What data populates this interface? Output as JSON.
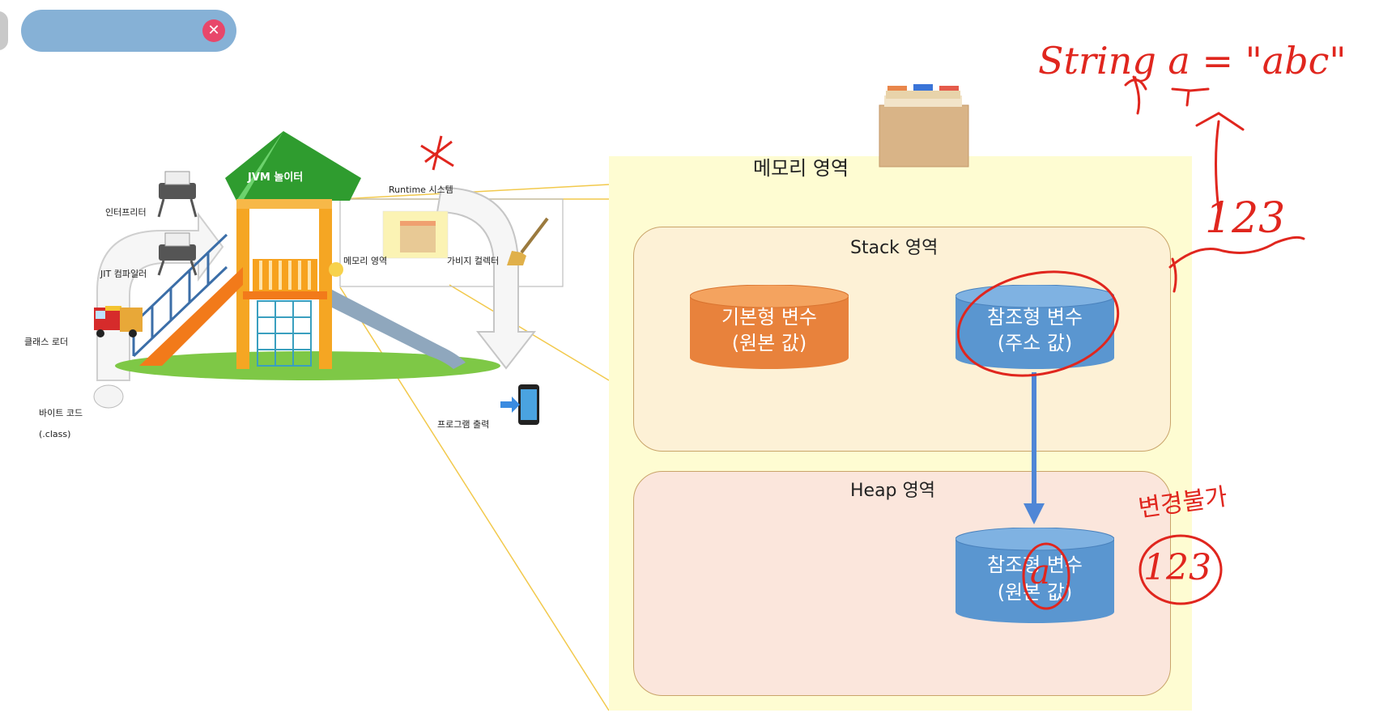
{
  "window": {
    "close_icon": "close-icon"
  },
  "left_diagram": {
    "roof_label": "JVM 놀이터",
    "runtime_label": "Runtime 시스템",
    "interpreter": "인터프리터",
    "jit": "JIT 컴파일러",
    "class_loader": "클래스 로더",
    "bytecode": "바이트 코드",
    "bytecode_ext": "(.class)",
    "memory_area": "메모리 영역",
    "gc": "가비지 컬렉터",
    "program_output": "프로그램 출력"
  },
  "memory": {
    "title": "메모리 영역",
    "stack": {
      "label": "Stack 영역",
      "primitive": {
        "line1": "기본형 변수",
        "line2": "(원본 값)",
        "color": "#e8823c"
      },
      "reference": {
        "line1": "참조형 변수",
        "line2": "(주소 값)",
        "color": "#5a96d0"
      }
    },
    "heap": {
      "label": "Heap 영역",
      "reference": {
        "line1": "참조형 변수",
        "line2": "(원본 값)",
        "color": "#5a96d0"
      }
    }
  },
  "annotations": {
    "code": "String a = \"abc\"",
    "stack_value": "123",
    "heap_note": "변경불가",
    "heap_value": "123",
    "circled_letter": "a",
    "color": "#e0261e"
  },
  "colors": {
    "panel_bg": "#fefcd2",
    "stack_bg": "#fdf1d6",
    "heap_bg": "#fbe6dc",
    "arrow": "#4f86d6"
  }
}
